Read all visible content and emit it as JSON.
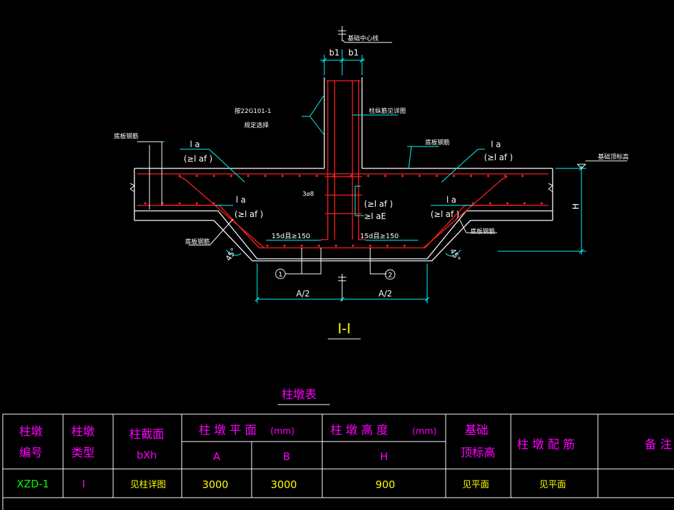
{
  "colors": {
    "background": "#000000",
    "outline": "#ffffff",
    "rebar": "#ff2020",
    "dimension": "#00ffff",
    "label": "#ffffff",
    "section_title": "#ffff00",
    "table_header": "#ff00ff",
    "table_id": "#00ff00",
    "table_value": "#ffff00"
  },
  "section": {
    "center_line_note": "基础中心线",
    "b1_left": "b1",
    "b1_right": "b1",
    "anchor_ref": "按22G101-1",
    "anchor_ref2": "规定选择",
    "column_rebar_note": "柱纵筋见详图",
    "top_rebar_left": "底板钢筋",
    "top_rebar_right": "底板钢筋",
    "foundation_top_note": "基础顶标高",
    "la_tl": "l a",
    "laf_tl": "(≥l af )",
    "la_tr": "l a",
    "laf_tr": "(≥l af )",
    "la_ml": "l a",
    "laf_ml": "(≥l af )",
    "la_mr": "l a",
    "laf_mr": "(≥l af )",
    "stirrup": "3⌀8",
    "laf_center": "(≥l af )",
    "laE_center": "≥l aE",
    "hook_left": "15d且≥150",
    "hook_right": "15d且≥150",
    "bottom_rebar_left": "底板钢筋",
    "bottom_rebar_right": "底板钢筋",
    "angle_left": "45°",
    "angle_right": "45°",
    "height_label": "H",
    "marker_1": "1",
    "marker_2": "2",
    "dim_A_left": "A/2",
    "dim_A_right": "A/2",
    "title": "I-I"
  },
  "table": {
    "title": "柱墩表",
    "headers": {
      "id": [
        "柱墩",
        "编号"
      ],
      "type": [
        "柱墩",
        "类型"
      ],
      "section": [
        "柱截面",
        "bXh"
      ],
      "plan": "柱 墩 平 面",
      "plan_unit": "(mm)",
      "height": "柱 墩 高  度",
      "height_unit": "(mm)",
      "col_A": "A",
      "col_B": "B",
      "col_H": "H",
      "top_elev": [
        "基础",
        "顶标高"
      ],
      "rebar": "柱 墩 配 筋",
      "remark": "备 注"
    },
    "rows": [
      {
        "id": "XZD-1",
        "type": "I",
        "section": "见柱详图",
        "A": "3000",
        "B": "3000",
        "H": "900",
        "top_elev": "见平面",
        "rebar": "见平面",
        "remark": ""
      }
    ]
  }
}
